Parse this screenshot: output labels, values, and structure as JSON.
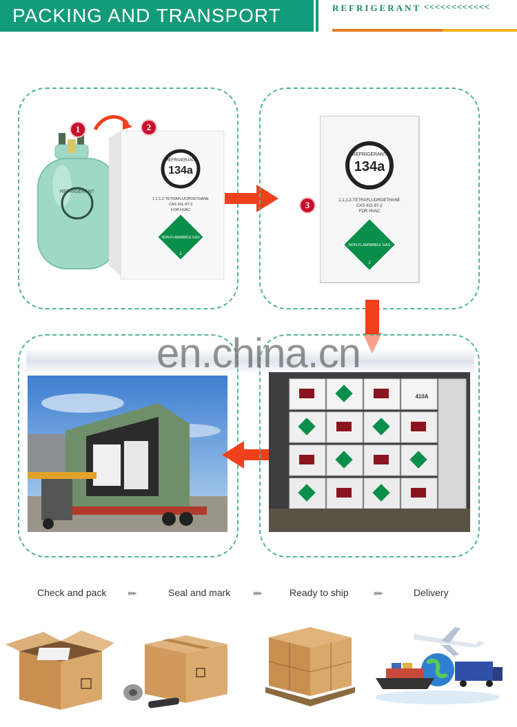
{
  "header": {
    "title": "PACKING AND TRANSPORT",
    "brand": "REFRIGERANT",
    "arrows": "<<<<<<<<<<<<"
  },
  "panels": [
    {
      "badges": [
        "1",
        "2"
      ],
      "cylinder_label": "REFRIGERANT",
      "box_product": "134a",
      "box_ring": "REFRIGERANT",
      "box_chemical": "1,1,1,2-TETRAFLUOROETHANE",
      "box_cas": "CAS 811-97-2",
      "box_use": "FOR HVAC",
      "box_hazard": "NON-FLAMMABLE GAS",
      "box_class": "2"
    },
    {
      "badges": [
        "3"
      ],
      "box_product": "134a",
      "box_ring": "REFRIGERANT",
      "box_chemical": "1,1,1,2-TETRAFLUOROETHANE",
      "box_cas": "CAS 811-97-2",
      "box_use": "FOR HVAC",
      "box_hazard": "NON-FLAMMABLE GAS",
      "box_class": "2"
    },
    {
      "scene": "container-loading"
    },
    {
      "scene": "stacked-cartons",
      "carton_product": "410A"
    }
  ],
  "watermark": "en.china.cn",
  "steps": [
    {
      "label": "Check and pack"
    },
    {
      "label": "Seal and mark"
    },
    {
      "label": "Ready to ship"
    },
    {
      "label": "Delivery"
    }
  ],
  "step_arrow": "▸▸▸",
  "colors": {
    "brand_green": "#129b78",
    "accent_orange": "#e87c22",
    "accent_yellow": "#f2b21c",
    "arrow_red": "#f0401c",
    "badge_red": "#c8102e",
    "cylinder_mint": "#9fd9c5",
    "hazard_green": "#0a8f4a",
    "cardboard": "#d9a86a"
  }
}
